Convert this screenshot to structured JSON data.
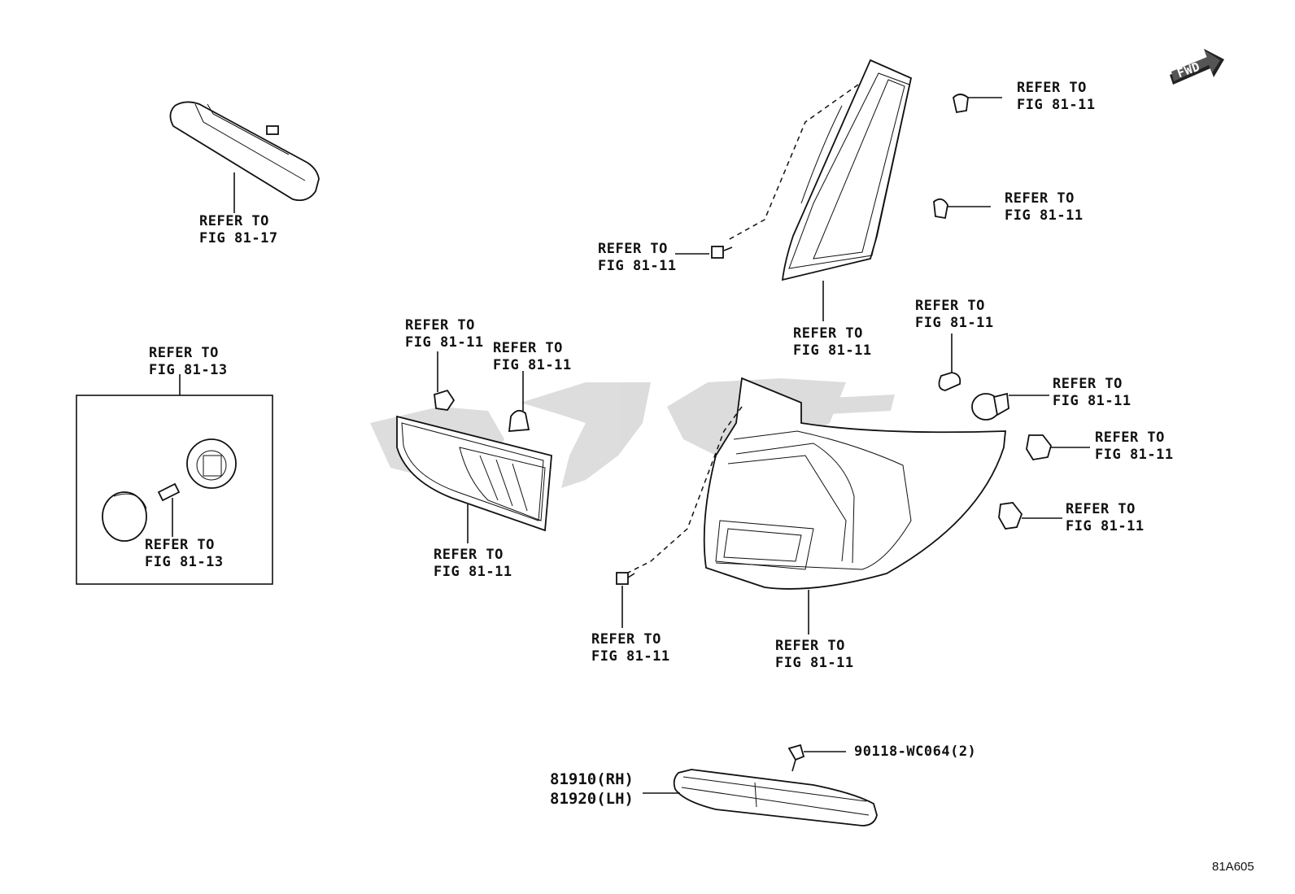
{
  "diagram": {
    "fwd_label": "FWD",
    "figure_code": "81A605",
    "callouts": [
      {
        "id": "side-marker",
        "line1": "REFER TO",
        "line2": "FIG 81-17"
      },
      {
        "id": "socket-box-top",
        "line1": "REFER TO",
        "line2": "FIG 81-13"
      },
      {
        "id": "socket-box-bulb",
        "line1": "REFER TO",
        "line2": "FIG 81-13"
      },
      {
        "id": "inner-clip-nut",
        "line1": "REFER TO",
        "line2": "FIG 81-11"
      },
      {
        "id": "inner-clip-pin",
        "line1": "REFER TO",
        "line2": "FIG 81-11"
      },
      {
        "id": "inner-lamp",
        "line1": "REFER TO",
        "line2": "FIG 81-11"
      },
      {
        "id": "upper-bolt",
        "line1": "REFER TO",
        "line2": "FIG 81-11"
      },
      {
        "id": "upper-lamp",
        "line1": "REFER TO",
        "line2": "FIG 81-11"
      },
      {
        "id": "upper-clip-1",
        "line1": "REFER TO",
        "line2": "FIG 81-11"
      },
      {
        "id": "upper-clip-2",
        "line1": "REFER TO",
        "line2": "FIG 81-11"
      },
      {
        "id": "small-bulb",
        "line1": "REFER TO",
        "line2": "FIG 81-11"
      },
      {
        "id": "big-bulb",
        "line1": "REFER TO",
        "line2": "FIG 81-11"
      },
      {
        "id": "socket-1",
        "line1": "REFER TO",
        "line2": "FIG 81-11"
      },
      {
        "id": "socket-2",
        "line1": "REFER TO",
        "line2": "FIG 81-11"
      },
      {
        "id": "lower-bolt",
        "line1": "REFER TO",
        "line2": "FIG 81-11"
      },
      {
        "id": "rear-lamp",
        "line1": "REFER TO",
        "line2": "FIG 81-11"
      }
    ],
    "screw_part": "90118-WC064(2)",
    "reflector_parts": [
      "81910(RH)",
      "81920(LH)"
    ]
  }
}
